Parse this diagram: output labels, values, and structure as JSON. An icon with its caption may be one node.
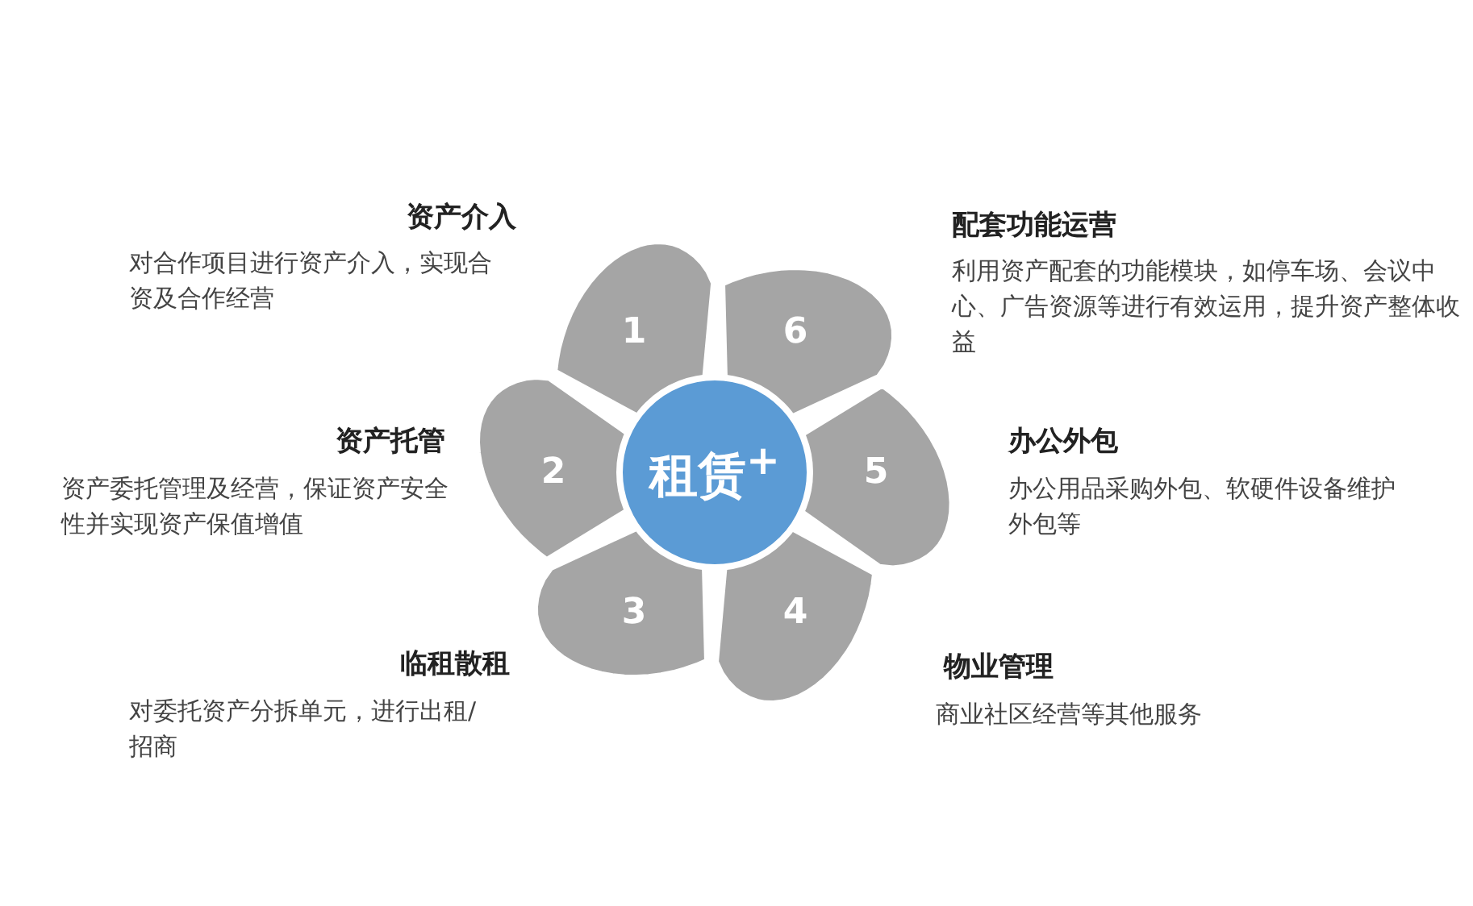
{
  "diagram": {
    "nodes": [
      {
        "text": [
          "租赁$^{+}$"
        ]
      },
      {
        "text": [
          "1"
        ],
        "beside": [
          "资产介入",
          "对合作项目进行资产介入，实现合资及合作经营"
        ]
      },
      {
        "text": [
          "2"
        ],
        "beside": [
          "资产托管",
          "资产委托管理及经营，保证资产安全性并实现资产保值增值"
        ]
      },
      {
        "text": [
          "3"
        ],
        "beside": [
          "临租散租",
          "对委托资产分拆单元，进行出租/招商"
        ]
      },
      {
        "text": [
          "4"
        ],
        "beside": [
          "物业管理",
          "商业社区经营等其他服务"
        ]
      },
      {
        "text": [
          "5"
        ],
        "beside": [
          "办公外包",
          "办公用品采购外包、软硬件设备维护外包等"
        ]
      },
      {
        "text": [
          "6"
        ],
        "beside": [
          "配套功能运营",
          "利用资产配套的功能模块，如停车场、会议中心、广告资源等进行有效运用，提升资产整体收益"
        ]
      }
    ]
  }
}
